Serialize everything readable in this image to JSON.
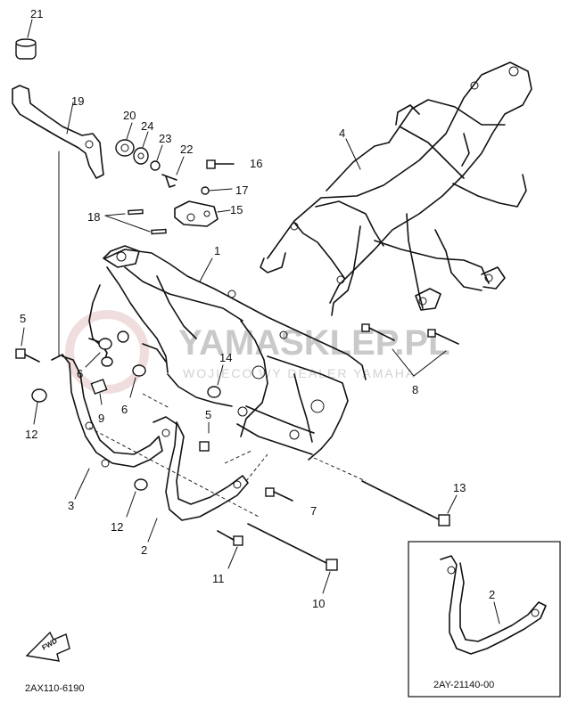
{
  "callouts": {
    "c21": "21",
    "c19": "19",
    "c20": "20",
    "c24": "24",
    "c23": "23",
    "c22": "22",
    "c16": "16",
    "c17": "17",
    "c15": "15",
    "c18": "18",
    "c4": "4",
    "c1": "1",
    "c5a": "5",
    "c6a": "6",
    "c9": "9",
    "c6b": "6",
    "c14": "14",
    "c12a": "12",
    "c5b": "5",
    "c8": "8",
    "c3": "3",
    "c12b": "12",
    "c2": "2",
    "c7": "7",
    "c13": "13",
    "c11": "11",
    "c10": "10",
    "c2inset": "2"
  },
  "watermark": {
    "main": "YAMASKLEP.PL",
    "sub": "WOJIECO WY DEALER YAMAHA"
  },
  "codes": {
    "main": "2AX110-6190",
    "inset": "2AY-21140-00"
  },
  "fwd": "FWD"
}
